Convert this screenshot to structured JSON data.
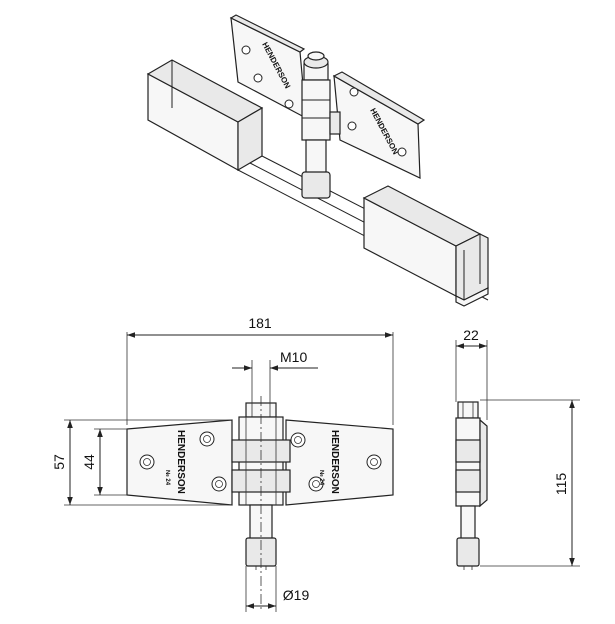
{
  "dimensions": {
    "overall_width": "181",
    "bolt_thread": "M10",
    "height_outer": "57",
    "height_inner": "44",
    "pin_diameter": "Ø19",
    "side_depth": "22",
    "side_height": "115"
  },
  "marking": {
    "brand": "HENDERSON",
    "model": "№ 24"
  }
}
